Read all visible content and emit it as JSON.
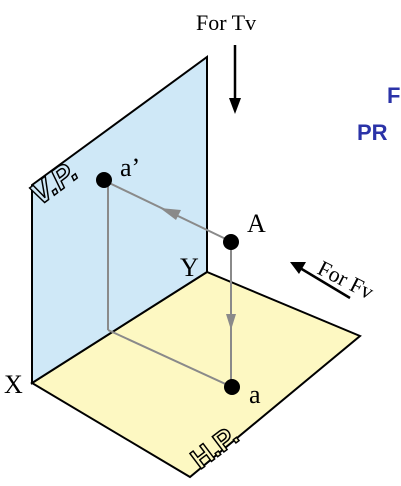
{
  "labels": {
    "top_view_label": "For Tv",
    "front_view_label": "For Fv",
    "point_space": "A",
    "point_front_projection": "a’",
    "point_top_projection": "a",
    "axis_x": "X",
    "axis_y": "Y",
    "vertical_plane": "V.P.",
    "horizontal_plane": "H.P.",
    "heading_line_1": "F",
    "heading_line_2": "PR"
  },
  "colors": {
    "vertical_plane_fill": "#cfe8f7",
    "horizontal_plane_fill": "#fdf8c2",
    "plane_outline": "#000000",
    "projector_line": "#8a8a8a",
    "point": "#000000",
    "heading": "#2b33a8"
  }
}
